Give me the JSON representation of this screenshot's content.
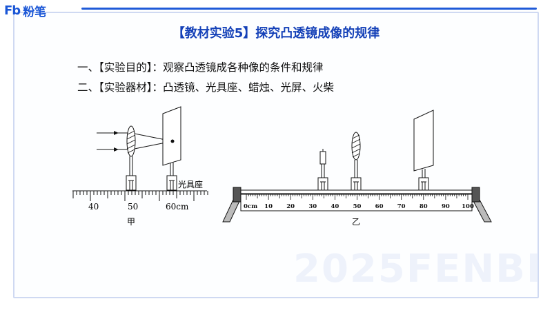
{
  "logo": {
    "mark": "Fb",
    "text": "粉笔"
  },
  "title": "【教材实验5】探究凸透镜成像的规律",
  "lines": [
    "一、【实验目的】：观察凸透镜成各种像的条件和规律",
    "二、【实验器材】：凸透镜、光具座、蜡烛、光屏、火柴"
  ],
  "figure_jia": {
    "ticks": [
      "40",
      "50",
      "60cm"
    ],
    "bench_label": "光具座",
    "caption": "甲"
  },
  "figure_yi": {
    "ticks": [
      "0cm",
      "10",
      "20",
      "30",
      "40",
      "50",
      "60",
      "70",
      "80",
      "90",
      "100"
    ],
    "caption": "乙"
  },
  "watermark": "2025FENBI"
}
